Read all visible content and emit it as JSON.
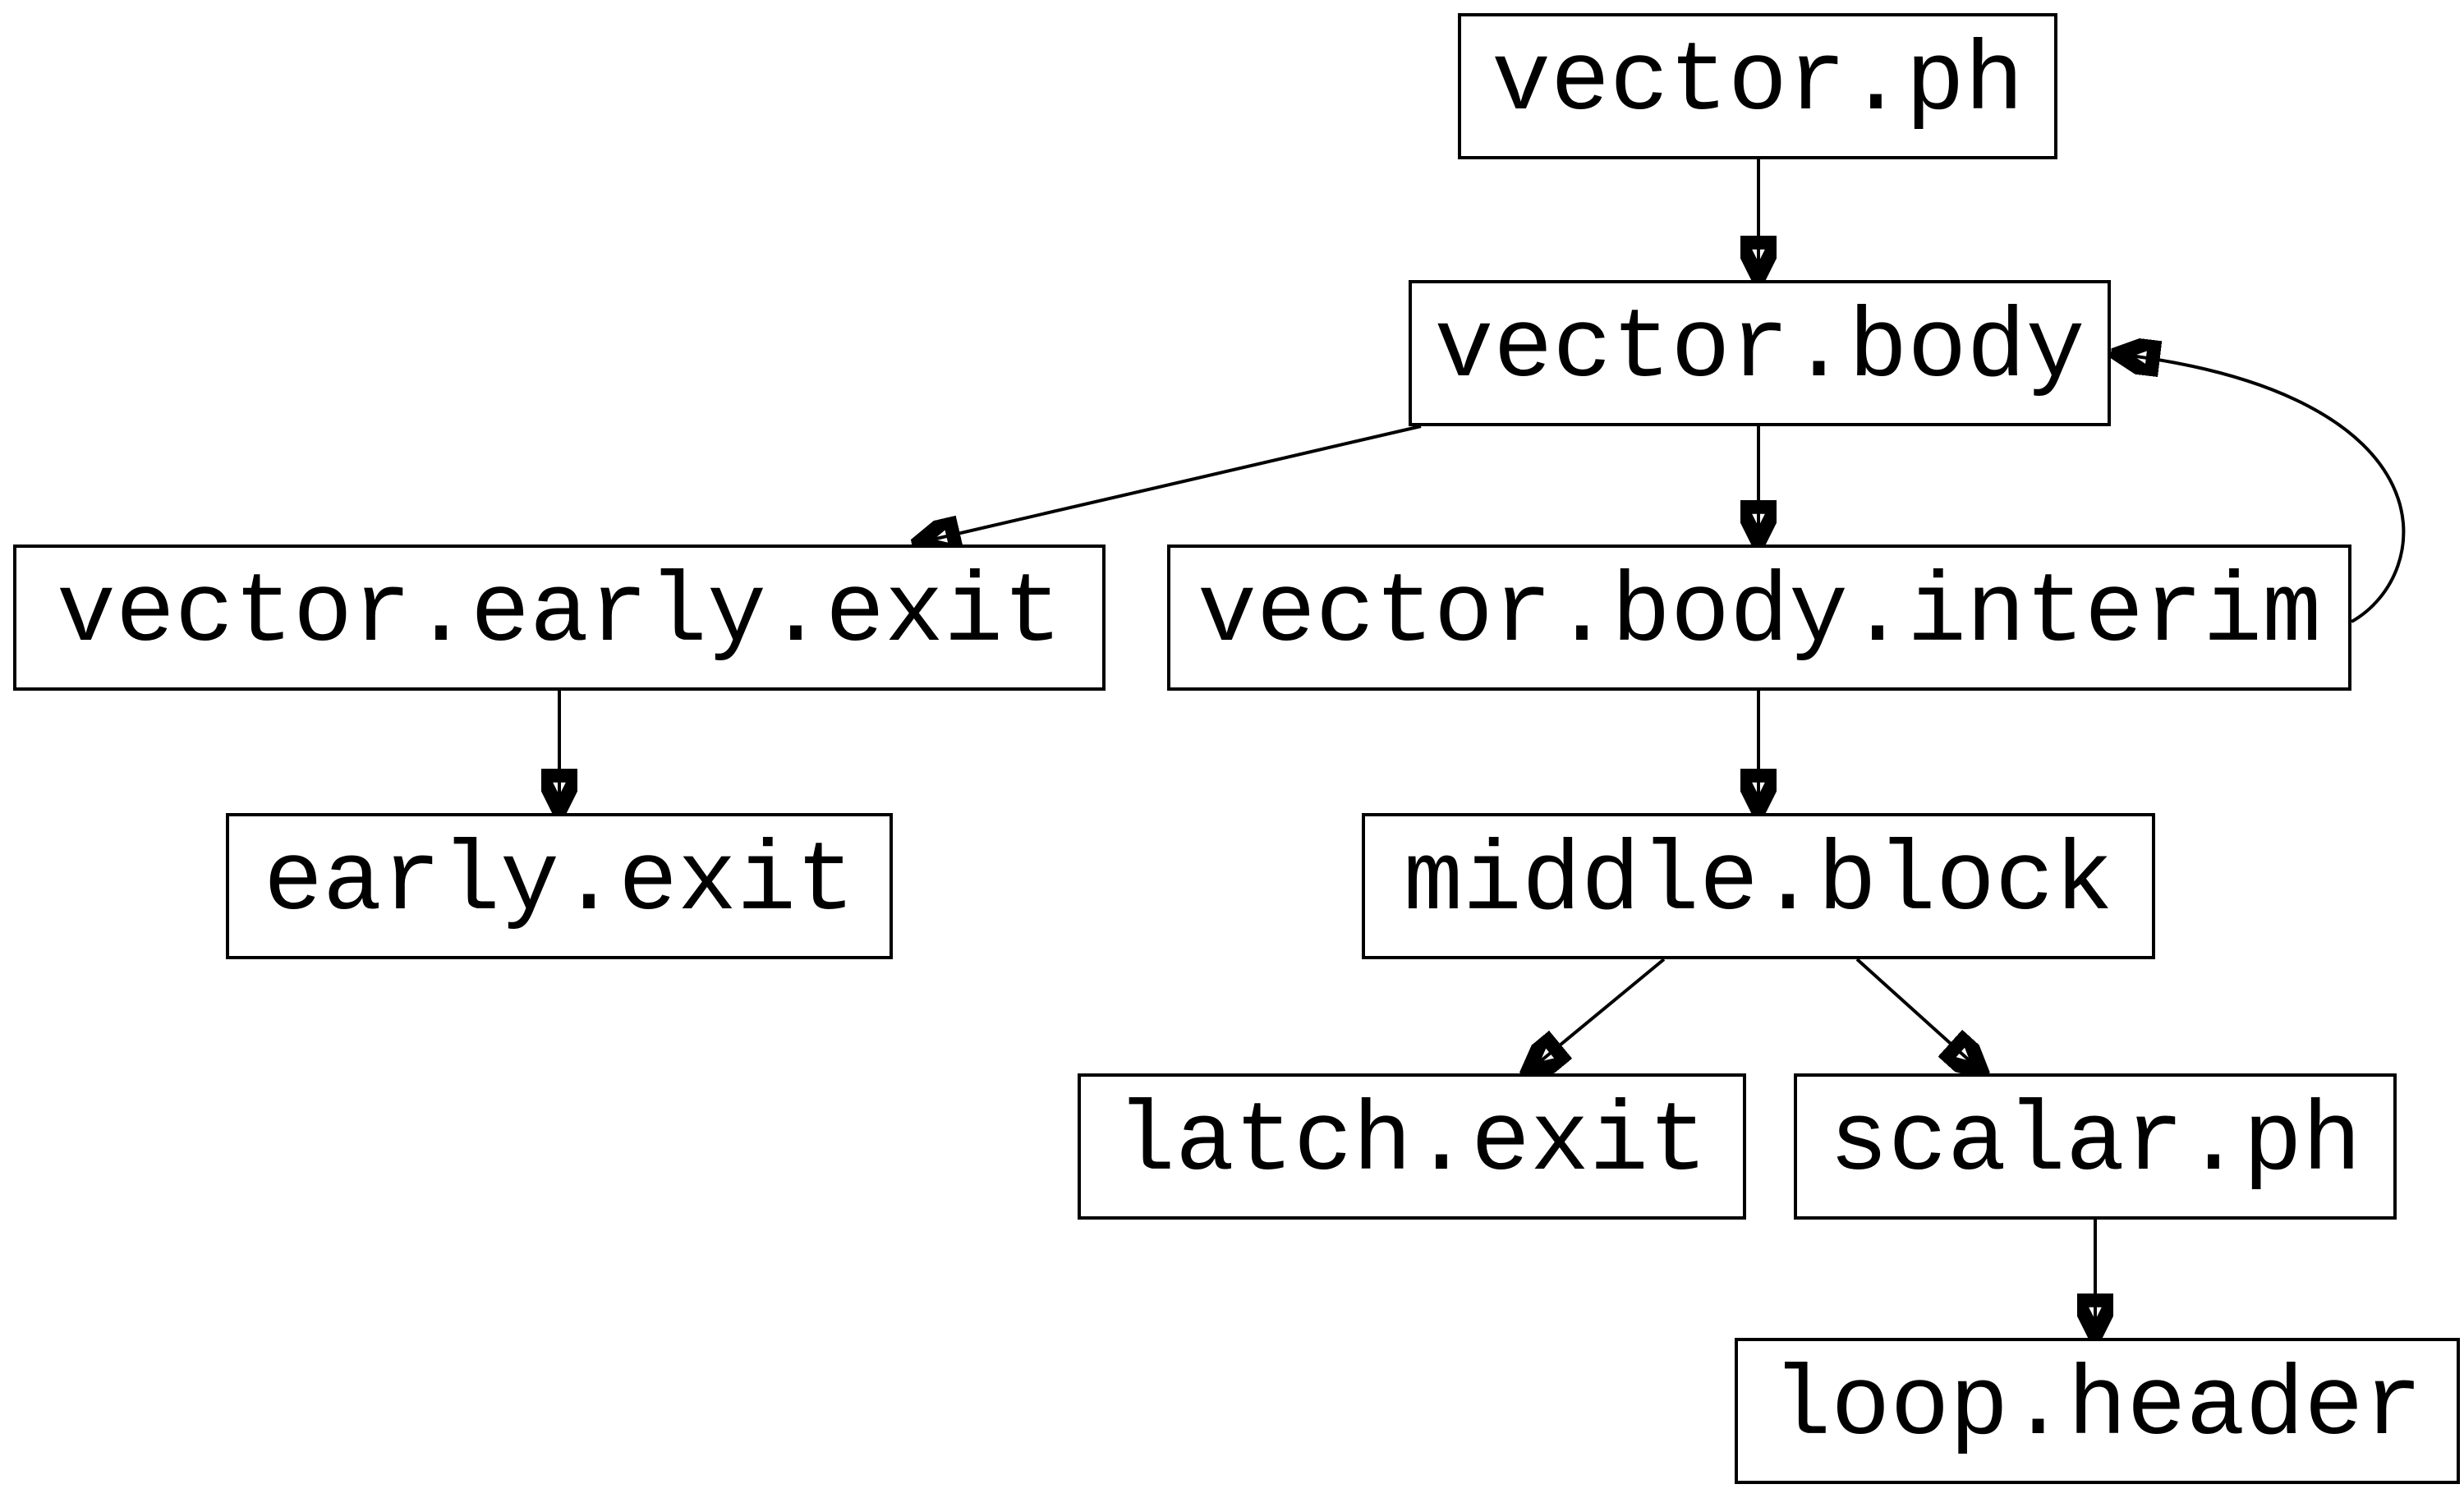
{
  "graph": {
    "colors": {
      "background": "#ffffff",
      "node_fill": "#ffffff",
      "stroke": "#000000",
      "text": "#000000"
    },
    "nodes": [
      {
        "id": "vector.ph",
        "label": "vector.ph"
      },
      {
        "id": "vector.body",
        "label": "vector.body"
      },
      {
        "id": "vector.early.exit",
        "label": "vector.early.exit"
      },
      {
        "id": "vector.body.interim",
        "label": "vector.body.interim"
      },
      {
        "id": "early.exit",
        "label": "early.exit"
      },
      {
        "id": "middle.block",
        "label": "middle.block"
      },
      {
        "id": "latch.exit",
        "label": "latch.exit"
      },
      {
        "id": "scalar.ph",
        "label": "scalar.ph"
      },
      {
        "id": "loop.header",
        "label": "loop.header"
      }
    ],
    "edges": [
      {
        "from": "vector.ph",
        "to": "vector.body"
      },
      {
        "from": "vector.body",
        "to": "vector.early.exit"
      },
      {
        "from": "vector.body",
        "to": "vector.body.interim"
      },
      {
        "from": "vector.body.interim",
        "to": "vector.body"
      },
      {
        "from": "vector.body.interim",
        "to": "middle.block"
      },
      {
        "from": "vector.early.exit",
        "to": "early.exit"
      },
      {
        "from": "middle.block",
        "to": "latch.exit"
      },
      {
        "from": "middle.block",
        "to": "scalar.ph"
      },
      {
        "from": "scalar.ph",
        "to": "loop.header"
      }
    ]
  }
}
